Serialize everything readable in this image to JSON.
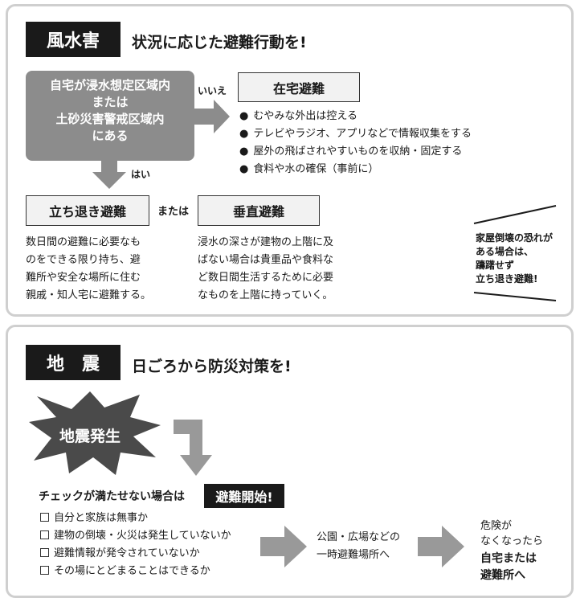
{
  "flood": {
    "tag": "風水害",
    "heading": "状況に応じた避難行動を!",
    "question": [
      "自宅が浸水想定区域内",
      "または",
      "土砂災害警戒区域内",
      "にある"
    ],
    "no_label": "いいえ",
    "yes_label": "はい",
    "shelter_home": {
      "title": "在宅避難",
      "bullets": [
        "むやみな外出は控える",
        "テレビやラジオ、アプリなどで情報収集をする",
        "屋外の飛ばされやすいものを収納・固定する",
        "食料や水の確保（事前に）"
      ]
    },
    "evacuate": {
      "title": "立ち退き避難",
      "desc": [
        "数日間の避難に必要なも",
        "のをできる限り持ち、避",
        "難所や安全な場所に住む",
        "親戚・知人宅に避難する。"
      ]
    },
    "or_label": "または",
    "vertical": {
      "title": "垂直避難",
      "desc": [
        "浸水の深さが建物の上階に及",
        "ばない場合は貴重品や食料な",
        "ど数日間生活するために必要",
        "なものを上階に持っていく。"
      ]
    },
    "note": [
      "家屋倒壊の恐れが",
      "ある場合は、",
      "躊躇せず",
      "立ち退き避難!"
    ]
  },
  "quake": {
    "tag": "地　震",
    "heading": "日ごろから防災対策を!",
    "burst_label": "地震発生",
    "check_intro": "チェックが満たせない場合は",
    "start_label": "避難開始!",
    "checklist": [
      "自分と家族は無事か",
      "建物の倒壊・火災は発生していないか",
      "避難情報が発令されていないか",
      "その場にとどまることはできるか"
    ],
    "step2": [
      "公園・広場などの",
      "一時避難場所へ"
    ],
    "step3_top": [
      "危険が",
      "なくなったら"
    ],
    "step3_bottom": [
      "自宅または",
      "避難所へ"
    ]
  },
  "colors": {
    "dark": "#1a1a1a",
    "gray_box": "#8c8c8c",
    "arrow": "#999999",
    "panel_border": "#cfcfcf"
  },
  "icons": [
    "arrow-right-icon",
    "arrow-down-icon",
    "bent-arrow-icon",
    "starburst-icon",
    "checkbox-icon"
  ]
}
